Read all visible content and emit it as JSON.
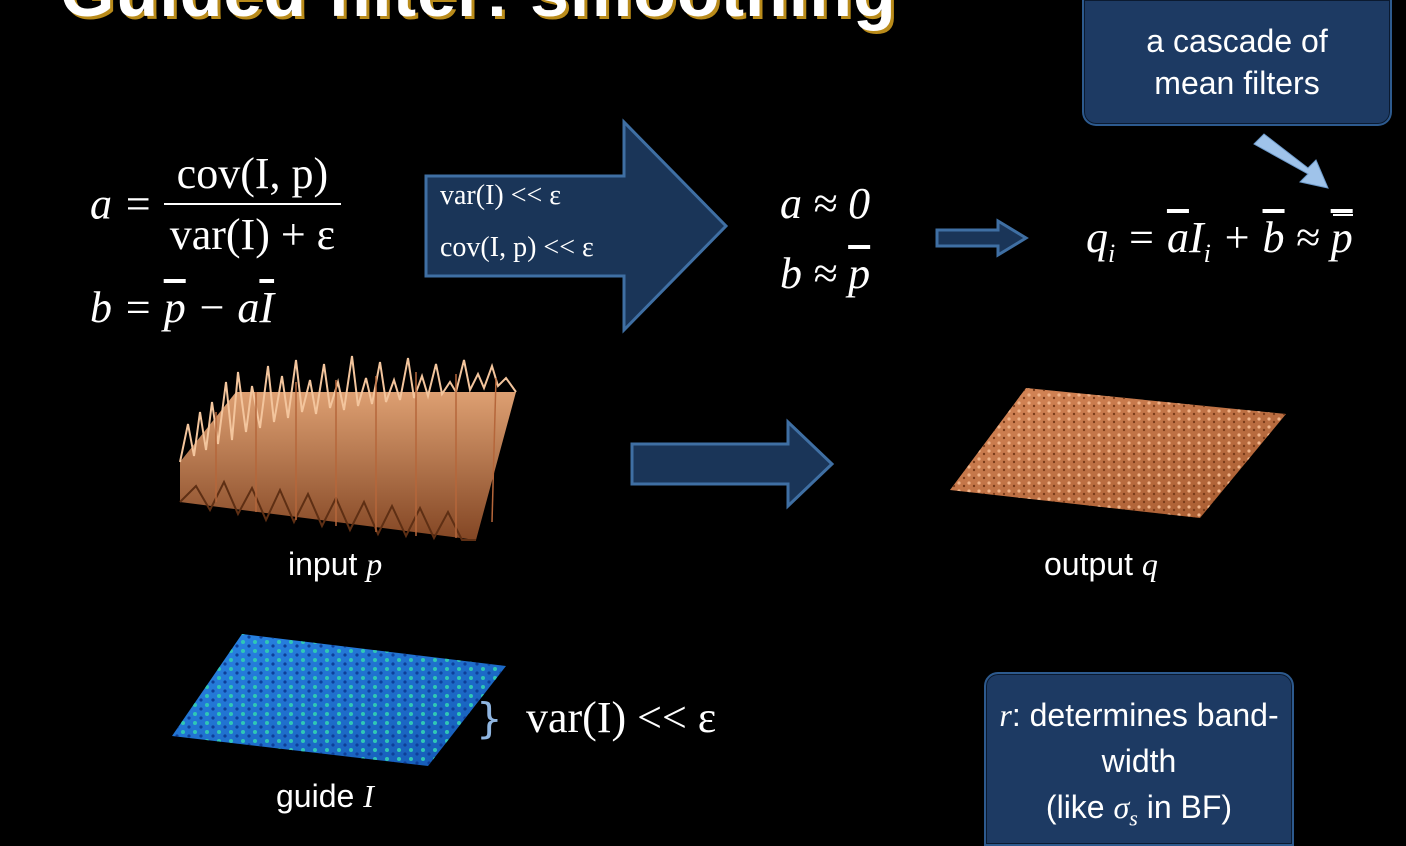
{
  "title": "Guided filter: smoothing",
  "callouts": {
    "cascade": "a cascade of mean filters",
    "r_var": "r",
    "r_text": ": determines band-width",
    "r_like": "(like ",
    "r_sigma": "σ",
    "r_sub": "s",
    "r_bf": " in BF)"
  },
  "equations": {
    "a_lhs": "a =",
    "a_num": "cov(I, p)",
    "a_den": "var(I) + ε",
    "b_lhs": "b = ",
    "b_rhs_p": "p",
    "b_rhs_rest": " − a",
    "b_rhs_I": "I",
    "cond1": "var(I) << ε",
    "cond2": "cov(I, p) << ε",
    "a_approx": "a ≈ 0",
    "b_approx": "b ≈ ",
    "b_approx_p": "p",
    "q_eq": "q",
    "q_sub": "i",
    "q_eq2": " = ",
    "q_a": "a",
    "q_I": "I",
    "q_Isub": "i",
    "q_plus": " + ",
    "q_b": "b",
    "q_approx": " ≈ ",
    "q_p": "p",
    "guide_var": "var(I) << ε"
  },
  "captions": {
    "input": "input ",
    "input_var": "p",
    "output": "output ",
    "output_var": "q",
    "guide": "guide ",
    "guide_var": "I"
  },
  "colors": {
    "callout_bg": "#1d3a63",
    "arrow_fill": "#1a3558",
    "arrow_stroke": "#3f6fa3",
    "pointer_arrow": "#9fc3ea",
    "surface_orange": "#c9784a",
    "surface_blue": "#1d74d8"
  }
}
